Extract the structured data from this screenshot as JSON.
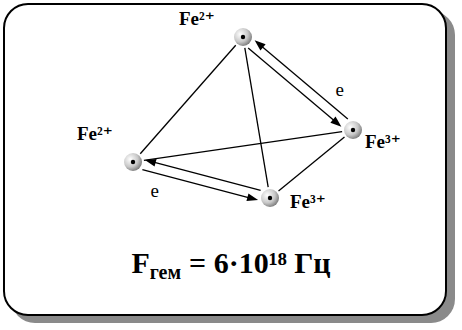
{
  "diagram": {
    "nodes": [
      {
        "text": [
          "Fe²⁺"
        ]
      },
      {
        "text": [
          "Fe³⁺"
        ]
      },
      {
        "text": [
          "Fe²⁺"
        ]
      },
      {
        "text": [
          "Fe³⁺"
        ]
      }
    ],
    "edges": [
      {
        "from": 1,
        "to": 0,
        "arrow": "to",
        "label": "e"
      },
      {
        "from": 0,
        "to": 1,
        "arrow": "to"
      },
      {
        "from": 3,
        "to": 2,
        "arrow": "to",
        "label": "e"
      },
      {
        "from": 2,
        "to": 3,
        "arrow": "to"
      },
      {
        "from": 0,
        "to": 2,
        "arrow": "none"
      },
      {
        "from": 0,
        "to": 3,
        "arrow": "none"
      },
      {
        "from": 2,
        "to": 1,
        "arrow": "none"
      },
      {
        "from": 1,
        "to": 3,
        "arrow": "none"
      }
    ],
    "labels": [
      "F",
      "гем",
      "= 6·10¹⁸ Гц"
    ]
  }
}
